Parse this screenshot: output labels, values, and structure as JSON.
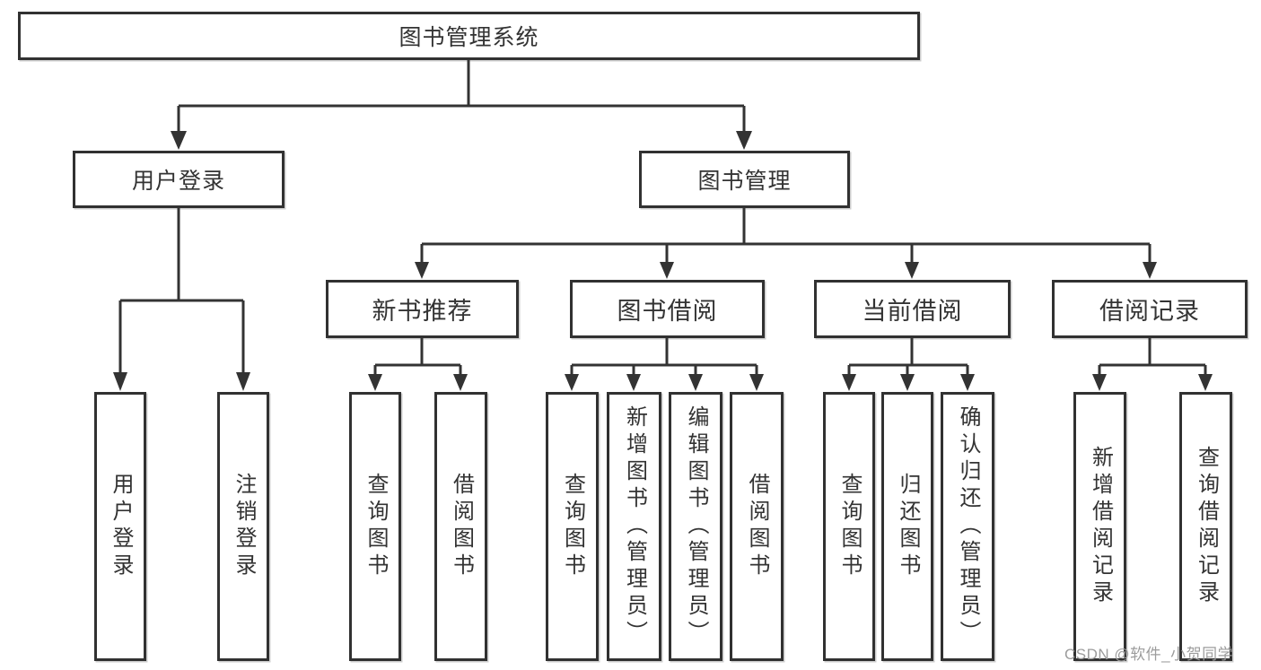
{
  "tree": {
    "root": {
      "label": "图书管理系统",
      "children": [
        {
          "label": "用户登录",
          "children": [
            {
              "label": "用户登录"
            },
            {
              "label": "注销登录"
            }
          ]
        },
        {
          "label": "图书管理",
          "children": [
            {
              "label": "新书推荐",
              "children": [
                {
                  "label": "查询图书"
                },
                {
                  "label": "借阅图书"
                }
              ]
            },
            {
              "label": "图书借阅",
              "children": [
                {
                  "label": "查询图书"
                },
                {
                  "label": "新增图书（管理员）"
                },
                {
                  "label": "编辑图书（管理员）"
                },
                {
                  "label": "借阅图书"
                }
              ]
            },
            {
              "label": "当前借阅",
              "children": [
                {
                  "label": "查询图书"
                },
                {
                  "label": "归还图书"
                },
                {
                  "label": "确认归还（管理员）"
                }
              ]
            },
            {
              "label": "借阅记录",
              "children": [
                {
                  "label": "新增借阅记录"
                },
                {
                  "label": "查询借阅记录"
                }
              ]
            }
          ]
        }
      ]
    }
  },
  "watermark": {
    "text": "CSDN @软件_小贺同学",
    "color": "#9c9c9c"
  },
  "colors": {
    "line": "#333333",
    "box_border": "#313131",
    "text": "#333333",
    "background": "#ffffff"
  }
}
